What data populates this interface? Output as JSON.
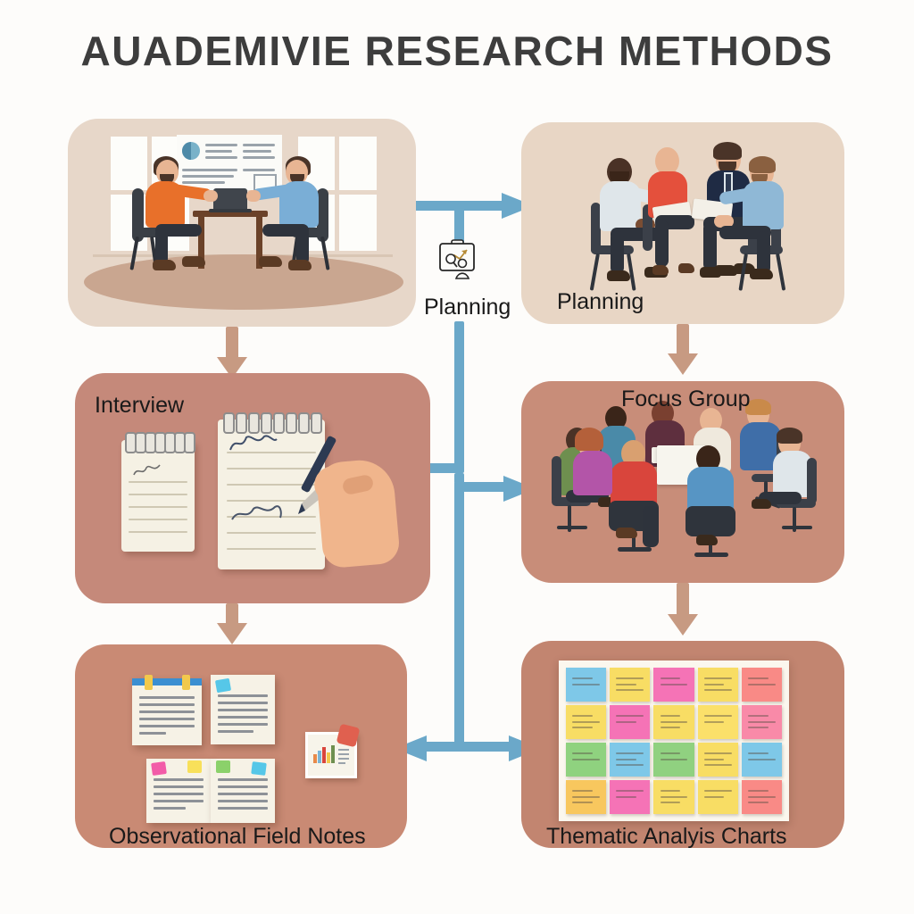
{
  "page": {
    "title": "AUADEMIVIE RESEARCH METHODS",
    "background_color": "#fdfcfa",
    "title_color": "#3d3d3d"
  },
  "theme": {
    "card_light": "#e7d7c9",
    "card_light_alt": "#e8d6c5",
    "card_terracotta": "#c5897a",
    "card_terracotta_alt": "#c88d79",
    "arrow_blue": "#6ba8c9",
    "arrow_tan": "#c79a82"
  },
  "nodes": [
    {
      "id": "interview-room",
      "label": "",
      "label_pos": "none",
      "background": "#e7d7c9"
    },
    {
      "id": "planning-group",
      "label": "Planning",
      "label_pos": "bottom-left",
      "background": "#e8d6c5"
    },
    {
      "id": "interview-notes",
      "label": "Interview",
      "label_pos": "top-left",
      "background": "#c5897a"
    },
    {
      "id": "focus-group",
      "label": "Focus Group",
      "label_pos": "top-center",
      "background": "#c88d79"
    },
    {
      "id": "observational-field-notes",
      "label": "Observational Field Notes",
      "label_pos": "bottom-center",
      "background": "#c98a74"
    },
    {
      "id": "thematic-analysis",
      "label": "Thematic Analyis Charts",
      "label_pos": "bottom-center",
      "background": "#c28570"
    }
  ],
  "connector_node": {
    "icon": "clipboard-chart-person-icon",
    "label": "Planning"
  },
  "labels": {
    "planning_center": "Planning",
    "planning_card": "Planning",
    "interview": "Interview",
    "focus_group": "Focus Group",
    "field_notes": "Observational Field Notes",
    "thematic": "Thematic Analyis Charts"
  },
  "sticky_notes": {
    "rows": 4,
    "cols": 5,
    "colors": [
      [
        "#7ec8e8",
        "#f8dd64",
        "#f573b6",
        "#f8dd64",
        "#f98a86"
      ],
      [
        "#f8dd64",
        "#f573b6",
        "#f8dd64",
        "#fbe06a",
        "#f98aa8"
      ],
      [
        "#8fd27f",
        "#7ec8e8",
        "#90d180",
        "#f8dd64",
        "#7ec8e8"
      ],
      [
        "#f8c75e",
        "#f573b6",
        "#f8dd64",
        "#f8dd64",
        "#f98a86"
      ]
    ]
  },
  "field_note_tabs": {
    "colors": [
      "#3b8fd1",
      "#f2c94c",
      "#f2c94c",
      "#56c7e8",
      "#f25ca8",
      "#f8e05a",
      "#8bd16a",
      "#56c7e8"
    ]
  },
  "scene_interview": {
    "person_left_shirt": "#e8702a",
    "person_right_shirt": "#7aaed6"
  },
  "scene_planning": {
    "shirt_colors": [
      "#dfe6ea",
      "#e4503c",
      "#1f2b44",
      "#8fb8d6"
    ]
  },
  "scene_focus": {
    "shirt_colors": [
      "#6e8f4f",
      "#b355a8",
      "#4a8aa8",
      "#5e2f3e",
      "#efe9dd",
      "#3f6ea8",
      "#dfe6ea",
      "#d9453c",
      "#5795c4"
    ]
  }
}
